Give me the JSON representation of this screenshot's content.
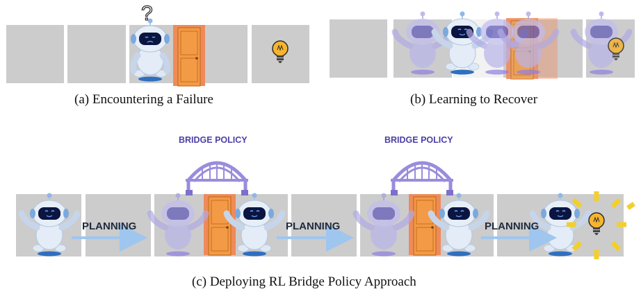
{
  "captions": {
    "a": "(a) Encountering a Failure",
    "b": "(b) Learning to Recover",
    "c": "(c) Deploying RL Bridge Policy Approach"
  },
  "labels": {
    "planning": "PLANNING",
    "bridge_policy": "BRIDGE POLICY",
    "question_mark": "?"
  },
  "icons": [
    "robot-icon",
    "door-icon",
    "lightbulb-icon",
    "bridge-icon",
    "arrow-icon",
    "question-mark-icon"
  ],
  "colors": {
    "cell": "#cccccc",
    "door_frame": "#ef8a5a",
    "door": "#f29a45",
    "robot_body": "#dfe9f5",
    "robot_ghost": "#b9b4ea",
    "visor": "#0b1540",
    "bridge": "#9a8cdc",
    "arrow": "#9ec6ef",
    "bulb": "#f6b52e",
    "rays": "#f3cf2c"
  }
}
